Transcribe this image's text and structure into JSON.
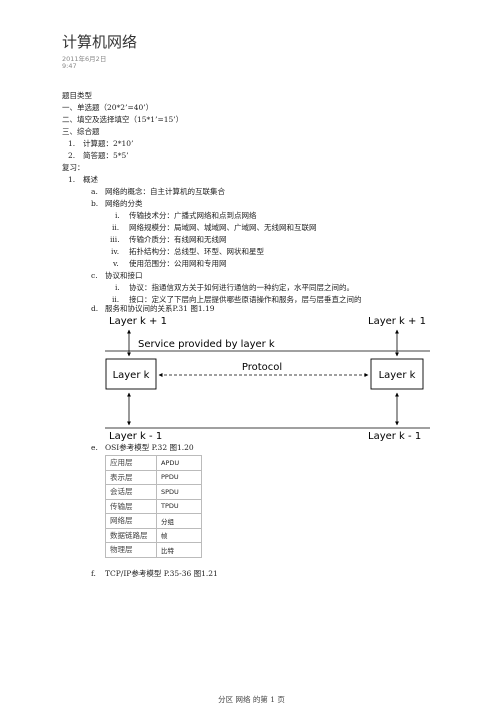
{
  "header": {
    "title": "计算机网络",
    "date": "2011年6月2日",
    "time": "9:47"
  },
  "exam": {
    "heading": "题目类型",
    "items": [
      "一、单选题（20*2’=40’）",
      "二、填空及选择填空（15*1’=15’）",
      "三、综合题"
    ],
    "sub": [
      {
        "num": "1.",
        "text": "计算题：2*10’"
      },
      {
        "num": "2.",
        "text": "简答题：5*5’"
      }
    ]
  },
  "review": {
    "heading": "复习：",
    "section_num": "1.",
    "section_title": "概述",
    "a": {
      "label": "a.",
      "text": "网络的概念：自主计算机的互联集合"
    },
    "b": {
      "label": "b.",
      "text": "网络的分类",
      "items": [
        {
          "label": "i.",
          "text": "传输技术分：广播式网络和点到点网络"
        },
        {
          "label": "ii.",
          "text": "网络规模分：局域网、城域网、广域网、无线网和互联网"
        },
        {
          "label": "iii.",
          "text": "传输介质分：有线网和无线网"
        },
        {
          "label": "iv.",
          "text": "拓扑结构分：总线型、环型、网状和星型"
        },
        {
          "label": "v.",
          "text": "使用范围分：公用网和专用网"
        }
      ]
    },
    "c": {
      "label": "c.",
      "text": "协议和接口",
      "items": [
        {
          "label": "i.",
          "text": "协议：指通信双方关于如何进行通信的一种约定，水平同层之间的。"
        },
        {
          "label": "ii.",
          "text": "接口：定义了下层向上层提供哪些原语操作和服务，层与层垂直之间的"
        }
      ]
    },
    "d": {
      "label": "d.",
      "text": "服务和协议间的关系P.31 图1.19"
    },
    "e": {
      "label": "e.",
      "text": "OSI参考模型 P.32  图1.20"
    },
    "f": {
      "label": "f.",
      "text": "TCP/IP参考模型 P.35-36 图1.21"
    }
  },
  "diagram": {
    "top_left": "Layer k + 1",
    "top_right": "Layer k + 1",
    "service": "Service provided by layer k",
    "protocol": "Protocol",
    "box_left": "Layer k",
    "box_right": "Layer k",
    "bottom_left": "Layer k - 1",
    "bottom_right": "Layer k - 1"
  },
  "osi_table": [
    {
      "layer": "应用层",
      "unit": "APDU"
    },
    {
      "layer": "表示层",
      "unit": "PPDU"
    },
    {
      "layer": "会话层",
      "unit": "SPDU"
    },
    {
      "layer": "传输层",
      "unit": "TPDU"
    },
    {
      "layer": "网络层",
      "unit": "分组"
    },
    {
      "layer": "数据链路层",
      "unit": "帧"
    },
    {
      "layer": "物理层",
      "unit": "比特"
    }
  ],
  "footer": "分区 网络 的第 1 页"
}
